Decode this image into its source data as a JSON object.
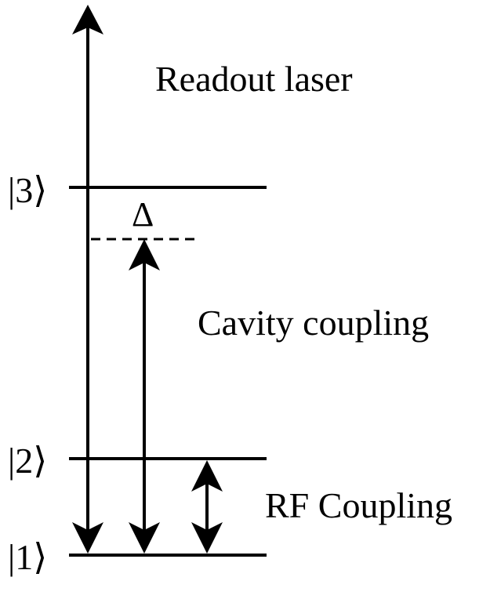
{
  "levels": {
    "level3": "|3⟩",
    "level2": "|2⟩",
    "level1": "|1⟩"
  },
  "labels": {
    "readout": "Readout laser",
    "cavity": "Cavity coupling",
    "rf": "RF Coupling",
    "detuning": "Δ"
  }
}
